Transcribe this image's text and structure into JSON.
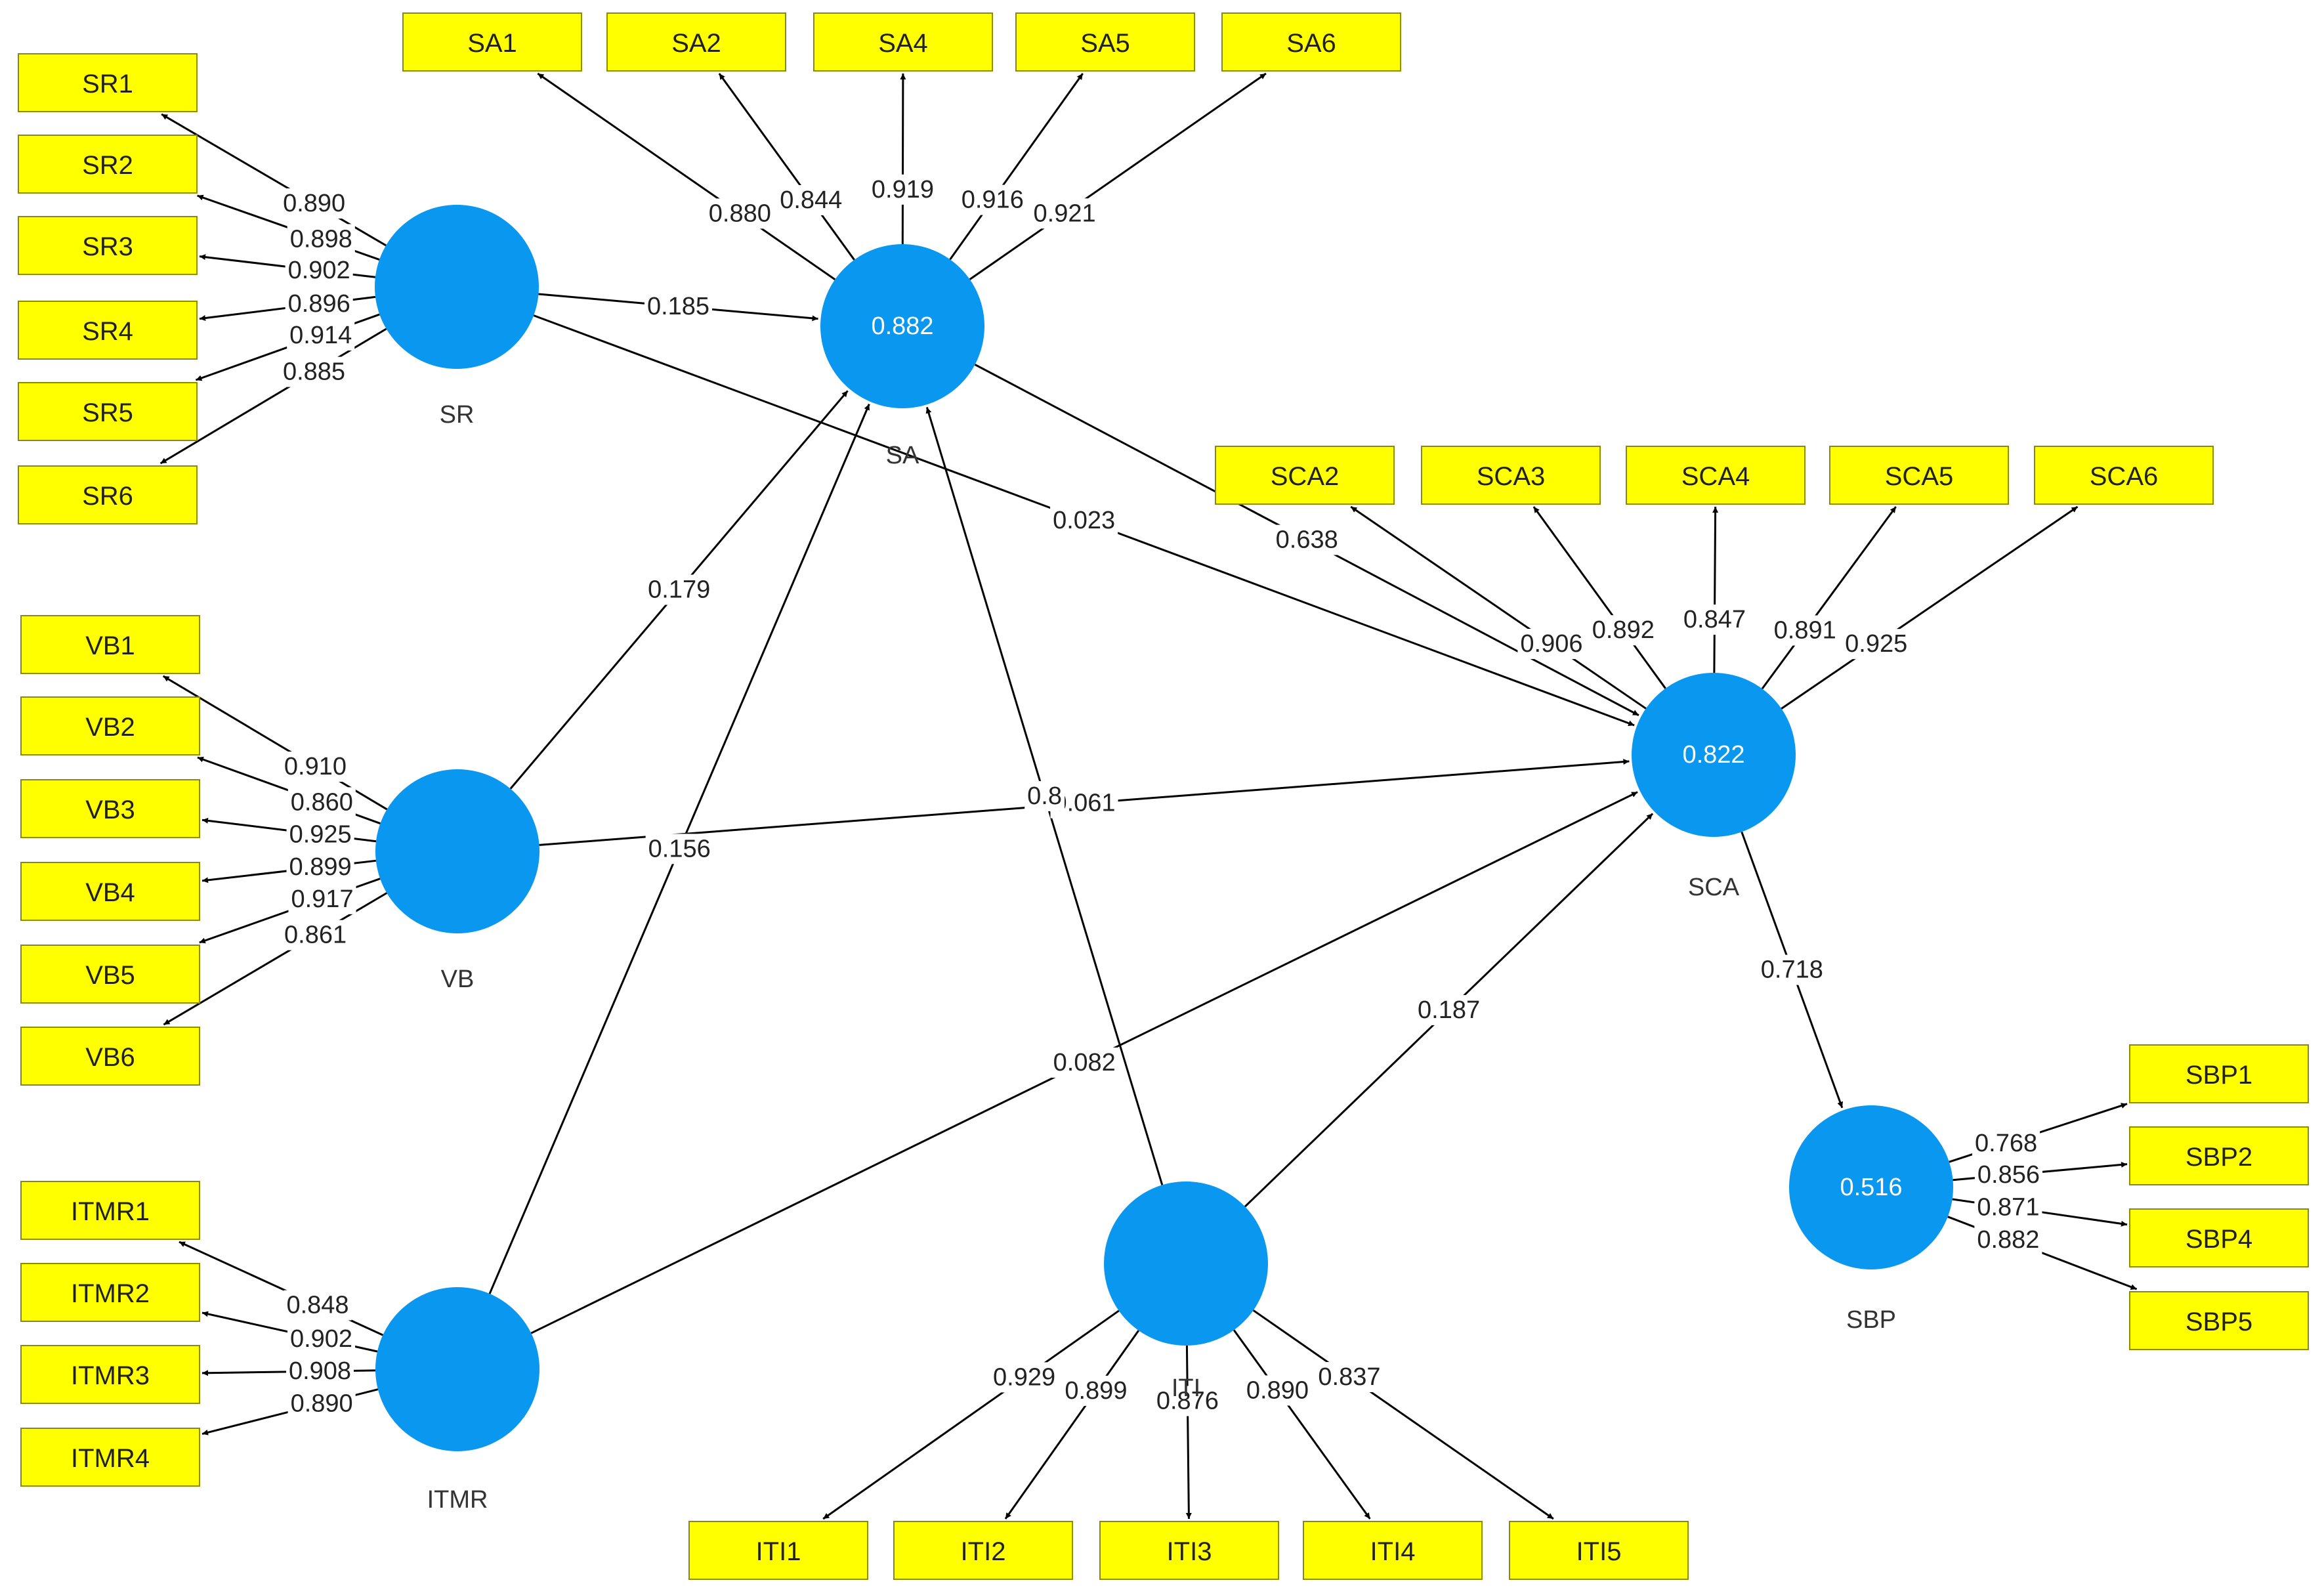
{
  "colors": {
    "construct_fill": "#0a97f0",
    "indicator_fill": "#ffff00",
    "edge": "#000000"
  },
  "constructs": [
    {
      "id": "SR",
      "label": "SR",
      "r2": ""
    },
    {
      "id": "SA",
      "label": "SA",
      "r2": "0.882"
    },
    {
      "id": "VB",
      "label": "VB",
      "r2": ""
    },
    {
      "id": "SCA",
      "label": "SCA",
      "r2": "0.822"
    },
    {
      "id": "ITMR",
      "label": "ITMR",
      "r2": ""
    },
    {
      "id": "ITI",
      "label": "ITI",
      "r2": ""
    },
    {
      "id": "SBP",
      "label": "SBP",
      "r2": "0.516"
    }
  ],
  "indicators": [
    {
      "id": "SR1",
      "label": "SR1"
    },
    {
      "id": "SR2",
      "label": "SR2"
    },
    {
      "id": "SR3",
      "label": "SR3"
    },
    {
      "id": "SR4",
      "label": "SR4"
    },
    {
      "id": "SR5",
      "label": "SR5"
    },
    {
      "id": "SR6",
      "label": "SR6"
    },
    {
      "id": "SA1",
      "label": "SA1"
    },
    {
      "id": "SA2",
      "label": "SA2"
    },
    {
      "id": "SA4",
      "label": "SA4"
    },
    {
      "id": "SA5",
      "label": "SA5"
    },
    {
      "id": "SA6",
      "label": "SA6"
    },
    {
      "id": "VB1",
      "label": "VB1"
    },
    {
      "id": "VB2",
      "label": "VB2"
    },
    {
      "id": "VB3",
      "label": "VB3"
    },
    {
      "id": "VB4",
      "label": "VB4"
    },
    {
      "id": "VB5",
      "label": "VB5"
    },
    {
      "id": "VB6",
      "label": "VB6"
    },
    {
      "id": "SCA2",
      "label": "SCA2"
    },
    {
      "id": "SCA3",
      "label": "SCA3"
    },
    {
      "id": "SCA4",
      "label": "SCA4"
    },
    {
      "id": "SCA5",
      "label": "SCA5"
    },
    {
      "id": "SCA6",
      "label": "SCA6"
    },
    {
      "id": "ITMR1",
      "label": "ITMR1"
    },
    {
      "id": "ITMR2",
      "label": "ITMR2"
    },
    {
      "id": "ITMR3",
      "label": "ITMR3"
    },
    {
      "id": "ITMR4",
      "label": "ITMR4"
    },
    {
      "id": "ITI1",
      "label": "ITI1"
    },
    {
      "id": "ITI2",
      "label": "ITI2"
    },
    {
      "id": "ITI3",
      "label": "ITI3"
    },
    {
      "id": "ITI4",
      "label": "ITI4"
    },
    {
      "id": "ITI5",
      "label": "ITI5"
    },
    {
      "id": "SBP1",
      "label": "SBP1"
    },
    {
      "id": "SBP2",
      "label": "SBP2"
    },
    {
      "id": "SBP4",
      "label": "SBP4"
    },
    {
      "id": "SBP5",
      "label": "SBP5"
    }
  ],
  "paths": [
    {
      "from": "SR",
      "to": "SA",
      "coef": "0.185"
    },
    {
      "from": "SR",
      "to": "SCA",
      "coef": "0.023"
    },
    {
      "from": "VB",
      "to": "SA",
      "coef": "0.179"
    },
    {
      "from": "VB",
      "to": "SCA",
      "coef": "0.061"
    },
    {
      "from": "ITMR",
      "to": "SA",
      "coef": "0.156"
    },
    {
      "from": "ITMR",
      "to": "SCA",
      "coef": "0.082"
    },
    {
      "from": "ITI",
      "to": "SA",
      "coef": "0.8"
    },
    {
      "from": "ITI",
      "to": "SCA",
      "coef": "0.187"
    },
    {
      "from": "SA",
      "to": "SCA",
      "coef": "0.638"
    },
    {
      "from": "SCA",
      "to": "SBP",
      "coef": "0.718"
    }
  ],
  "loadings": [
    {
      "from": "SR",
      "to": "SR1",
      "value": "0.890"
    },
    {
      "from": "SR",
      "to": "SR2",
      "value": "0.898"
    },
    {
      "from": "SR",
      "to": "SR3",
      "value": "0.902"
    },
    {
      "from": "SR",
      "to": "SR4",
      "value": "0.896"
    },
    {
      "from": "SR",
      "to": "SR5",
      "value": "0.914"
    },
    {
      "from": "SR",
      "to": "SR6",
      "value": "0.885"
    },
    {
      "from": "SA",
      "to": "SA1",
      "value": "0.880"
    },
    {
      "from": "SA",
      "to": "SA2",
      "value": "0.844"
    },
    {
      "from": "SA",
      "to": "SA4",
      "value": "0.919"
    },
    {
      "from": "SA",
      "to": "SA5",
      "value": "0.916"
    },
    {
      "from": "SA",
      "to": "SA6",
      "value": "0.921"
    },
    {
      "from": "VB",
      "to": "VB1",
      "value": "0.910"
    },
    {
      "from": "VB",
      "to": "VB2",
      "value": "0.860"
    },
    {
      "from": "VB",
      "to": "VB3",
      "value": "0.925"
    },
    {
      "from": "VB",
      "to": "VB4",
      "value": "0.899"
    },
    {
      "from": "VB",
      "to": "VB5",
      "value": "0.917"
    },
    {
      "from": "VB",
      "to": "VB6",
      "value": "0.861"
    },
    {
      "from": "SCA",
      "to": "SCA2",
      "value": "0.906"
    },
    {
      "from": "SCA",
      "to": "SCA3",
      "value": "0.892"
    },
    {
      "from": "SCA",
      "to": "SCA4",
      "value": "0.847"
    },
    {
      "from": "SCA",
      "to": "SCA5",
      "value": "0.891"
    },
    {
      "from": "SCA",
      "to": "SCA6",
      "value": "0.925"
    },
    {
      "from": "ITMR",
      "to": "ITMR1",
      "value": "0.848"
    },
    {
      "from": "ITMR",
      "to": "ITMR2",
      "value": "0.902"
    },
    {
      "from": "ITMR",
      "to": "ITMR3",
      "value": "0.908"
    },
    {
      "from": "ITMR",
      "to": "ITMR4",
      "value": "0.890"
    },
    {
      "from": "ITI",
      "to": "ITI1",
      "value": "0.929"
    },
    {
      "from": "ITI",
      "to": "ITI2",
      "value": "0.899"
    },
    {
      "from": "ITI",
      "to": "ITI3",
      "value": "0.876"
    },
    {
      "from": "ITI",
      "to": "ITI4",
      "value": "0.890"
    },
    {
      "from": "ITI",
      "to": "ITI5",
      "value": "0.837"
    },
    {
      "from": "SBP",
      "to": "SBP1",
      "value": "0.768"
    },
    {
      "from": "SBP",
      "to": "SBP2",
      "value": "0.856"
    },
    {
      "from": "SBP",
      "to": "SBP4",
      "value": "0.871"
    },
    {
      "from": "SBP",
      "to": "SBP5",
      "value": "0.882"
    }
  ]
}
